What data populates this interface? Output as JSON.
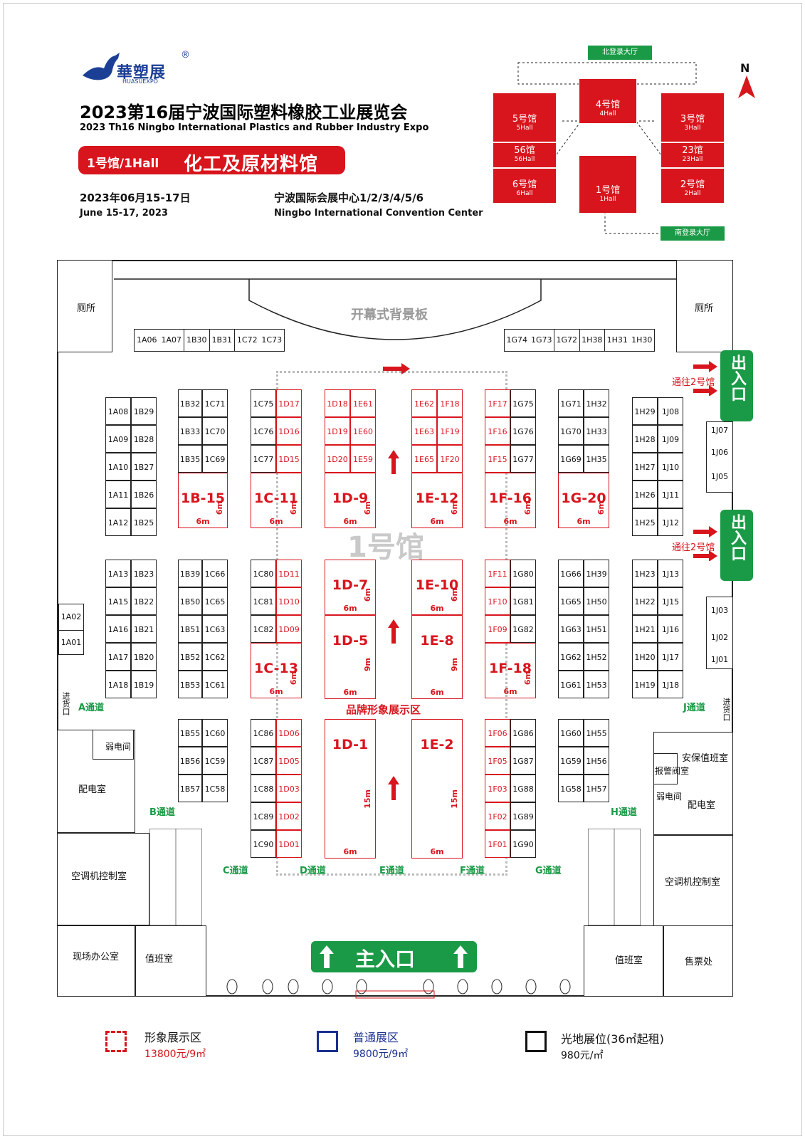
{
  "header": {
    "logo_text": "華塑展",
    "logo_sub": "HUASUEXPO",
    "logo_reg": "®",
    "title_cn": "2023第16届宁波国际塑料橡胶工业展览会",
    "title_en": "2023 Th16 Ningbo International Plastics and Rubber Industry Expo",
    "hall_label": "1号馆/1Hall",
    "hall_name": "化工及原材料馆",
    "date_cn": "2023年06月15-17日",
    "date_en": "June 15-17, 2023",
    "venue_cn": "宁波国际会展中心1/2/3/4/5/6",
    "venue_en": "Ningbo International Convention Center",
    "north": "N"
  },
  "mini_map": {
    "halls": [
      {
        "id": "h4",
        "cn": "4号馆",
        "en": "4Hall"
      },
      {
        "id": "h5",
        "cn": "5号馆",
        "en": "5Hall"
      },
      {
        "id": "h3",
        "cn": "3号馆",
        "en": "3Hall"
      },
      {
        "id": "h56",
        "cn": "56馆",
        "en": "56Hall"
      },
      {
        "id": "h23",
        "cn": "23馆",
        "en": "23Hall"
      },
      {
        "id": "h6",
        "cn": "6号馆",
        "en": "6Hall"
      },
      {
        "id": "h1",
        "cn": "1号馆",
        "en": "1Hall"
      },
      {
        "id": "h2",
        "cn": "2号馆",
        "en": "2Hall"
      }
    ],
    "north_lobby": "北登录大厅",
    "south_lobby": "南登录大厅"
  },
  "floor": {
    "backdrop": "开幕式背景板",
    "hall_watermark": "1号馆",
    "brand_area": "品牌形象展示区",
    "toilet": "厕所",
    "weak_room": "弱电间",
    "power_room": "配电室",
    "ac_room": "空调机控制室",
    "office": "现场办公室",
    "duty": "值班室",
    "security": "安保值班室",
    "alarm": "报警阀室",
    "ticket": "售票处",
    "cargo": "进货口",
    "to_hall2": "通往2号馆",
    "exit": "出入口",
    "main_entrance": "主入口",
    "channels": {
      "A": "A通道",
      "B": "B通道",
      "C": "C通道",
      "D": "D通道",
      "E": "E通道",
      "F": "F通道",
      "G": "G通道",
      "H": "H通道",
      "J": "J通道"
    }
  },
  "stands": {
    "top_left": [
      "1A06",
      "1A07",
      "1B30",
      "1B31",
      "1C72",
      "1C73"
    ],
    "top_right": [
      "1G74",
      "1G73",
      "1G72",
      "1H38",
      "1H31",
      "1H30"
    ],
    "col_A_1": [
      "1A08",
      "1A09",
      "1A10",
      "1A11",
      "1A12"
    ],
    "col_AB_1": [
      "1B29",
      "1B28",
      "1B27",
      "1B26",
      "1B25"
    ],
    "col_A_2": [
      "1A13",
      "1A15",
      "1A16",
      "1A17",
      "1A18"
    ],
    "col_AB_2": [
      "1B23",
      "1B22",
      "1B21",
      "1B20",
      "1B19"
    ],
    "left_wall": [
      "1A02",
      "1A01"
    ],
    "col_B_1": [
      "1B32",
      "1B33",
      "1B35"
    ],
    "col_BC_1": [
      "1C71",
      "1C70",
      "1C69"
    ],
    "col_B_2": [
      "1B39",
      "1B50",
      "1B51",
      "1B52",
      "1B53"
    ],
    "col_BC_2": [
      "1C66",
      "1C65",
      "1C63",
      "1C62",
      "1C61"
    ],
    "col_B_3": [
      "1B55",
      "1B56",
      "1B57"
    ],
    "col_BC_3": [
      "1C60",
      "1C59",
      "1C58"
    ],
    "col_C_1": [
      "1C75",
      "1C76",
      "1C77"
    ],
    "col_CD_1": [
      "1D17",
      "1D16",
      "1D15"
    ],
    "col_C_2": [
      "1C80",
      "1C81",
      "1C82"
    ],
    "col_CD_2": [
      "1D11",
      "1D10",
      "1D09"
    ],
    "col_C_3": [
      "1C86",
      "1C87",
      "1C88",
      "1C89",
      "1C90"
    ],
    "col_CD_3": [
      "1D06",
      "1D05",
      "1D03",
      "1D02",
      "1D01"
    ],
    "col_D_1": [
      "1D18",
      "1D19",
      "1D20"
    ],
    "col_DE_1": [
      "1E61",
      "1E60",
      "1E59"
    ],
    "col_E_1": [
      "1E62",
      "1E63",
      "1E65"
    ],
    "col_EF_1": [
      "1F18",
      "1F19",
      "1F20"
    ],
    "col_F_1": [
      "1F17",
      "1F16",
      "1F15"
    ],
    "col_FG_1": [
      "1G75",
      "1G76",
      "1G77"
    ],
    "col_F_2": [
      "1F11",
      "1F10",
      "1F09"
    ],
    "col_FG_2": [
      "1G80",
      "1G81",
      "1G82"
    ],
    "col_F_3": [
      "1F06",
      "1F05",
      "1F03",
      "1F02",
      "1F01"
    ],
    "col_FG_3": [
      "1G86",
      "1G87",
      "1G88",
      "1G89",
      "1G90"
    ],
    "col_G_1": [
      "1G71",
      "1G70",
      "1G69"
    ],
    "col_GH_1": [
      "1H32",
      "1H33",
      "1H35"
    ],
    "col_G_2": [
      "1G66",
      "1G65",
      "1G63",
      "1G62",
      "1G61"
    ],
    "col_GH_2": [
      "1H39",
      "1H50",
      "1H51",
      "1H52",
      "1H53"
    ],
    "col_G_3": [
      "1G60",
      "1G59",
      "1G58"
    ],
    "col_GH_3": [
      "1H55",
      "1H56",
      "1H57"
    ],
    "col_H_1": [
      "1H29",
      "1H28",
      "1H27",
      "1H26",
      "1H25"
    ],
    "col_HJ_1": [
      "1J08",
      "1J09",
      "1J10",
      "1J11",
      "1J12"
    ],
    "col_H_2": [
      "1H23",
      "1H22",
      "1H21",
      "1H20",
      "1H19"
    ],
    "col_HJ_2": [
      "1J13",
      "1J15",
      "1J16",
      "1J17",
      "1J18"
    ],
    "right_wall_1": [
      "1J07",
      "1J06",
      "1J05"
    ],
    "right_wall_2": [
      "1J03",
      "1J02",
      "1J01"
    ]
  },
  "big_stands": [
    {
      "code": "1B-15",
      "w": "6m",
      "h": "6m"
    },
    {
      "code": "1C-11",
      "w": "6m",
      "h": "6m"
    },
    {
      "code": "1D-9",
      "w": "6m",
      "h": "6m"
    },
    {
      "code": "1E-12",
      "w": "6m",
      "h": "6m"
    },
    {
      "code": "1F-16",
      "w": "6m",
      "h": "6m"
    },
    {
      "code": "1G-20",
      "w": "6m",
      "h": "6m"
    },
    {
      "code": "1D-7",
      "w": "6m",
      "h": "6m"
    },
    {
      "code": "1E-10",
      "w": "6m",
      "h": "6m"
    },
    {
      "code": "1D-5",
      "w": "6m",
      "h": "9m"
    },
    {
      "code": "1E-8",
      "w": "6m",
      "h": "9m"
    },
    {
      "code": "1C-13",
      "w": "6m",
      "h": "6m"
    },
    {
      "code": "1F-18",
      "w": "6m",
      "h": "6m"
    },
    {
      "code": "1D-1",
      "w": "6m",
      "h": "15m"
    },
    {
      "code": "1E-2",
      "w": "6m",
      "h": "15m"
    }
  ],
  "legend": [
    {
      "title": "形象展示区",
      "price": "13800元/9㎡",
      "color": "#d8151d"
    },
    {
      "title": "普通展区",
      "price": "9800元/9㎡",
      "color": "#1b2f8f"
    },
    {
      "title": "光地展位(36㎡起租)",
      "price": "980元/㎡",
      "color": "#111111"
    }
  ],
  "colors": {
    "red": "#d8151d",
    "green": "#1a9a46",
    "blue": "#1b2f8f"
  }
}
